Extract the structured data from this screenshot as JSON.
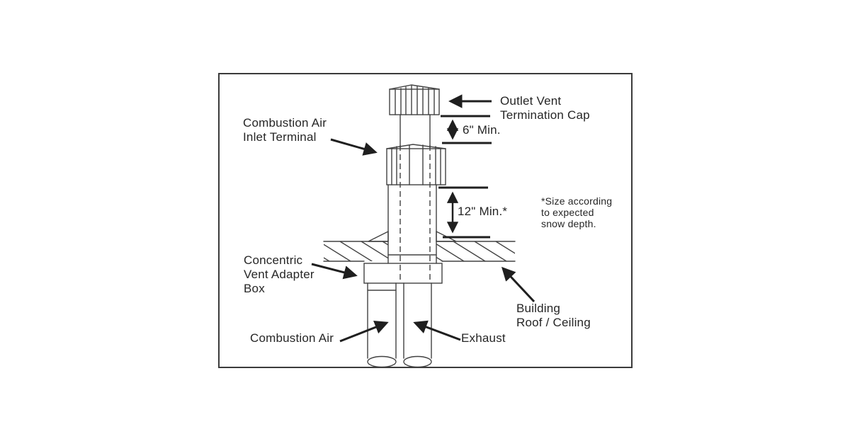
{
  "diagram": {
    "labels": {
      "outlet_vent": {
        "line1": "Outlet Vent",
        "line2": "Termination Cap"
      },
      "combustion_inlet": {
        "line1": "Combustion Air",
        "line2": "Inlet Terminal"
      },
      "concentric_box": {
        "line1": "Concentric",
        "line2": "Vent Adapter",
        "line3": "Box"
      },
      "building": {
        "line1": "Building",
        "line2": "Roof / Ceiling"
      },
      "combustion_air": "Combustion Air",
      "exhaust": "Exhaust",
      "dim_top": "6\" Min.",
      "dim_bottom": "12\" Min.*",
      "size_note": {
        "line1": "*Size according",
        "line2": "to expected",
        "line3": "snow depth."
      }
    },
    "colors": {
      "background": "#ffffff",
      "thin_line": "#424242",
      "thick_line": "#1f1f1f",
      "text": "#262626",
      "frame_border": "#3b3b3b"
    }
  }
}
